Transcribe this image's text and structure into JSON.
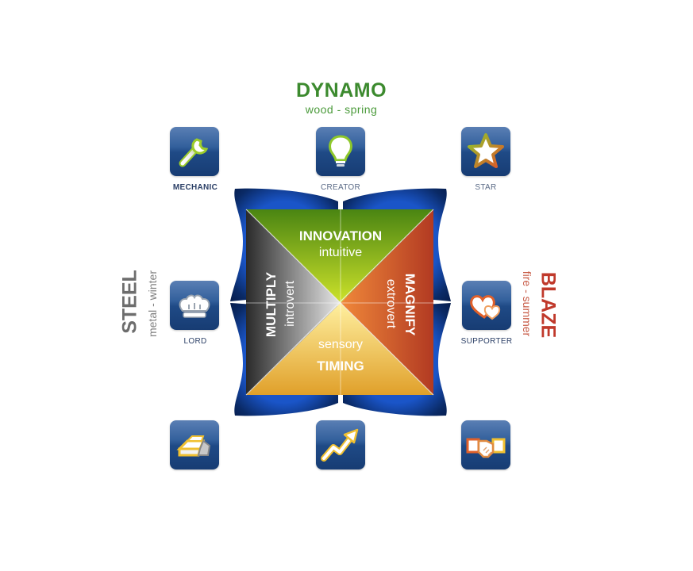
{
  "elements": {
    "dynamo": {
      "title": "DYNAMO",
      "subtitle": "wood - spring",
      "color": "#3c8a2e"
    },
    "steel": {
      "title": "STEEL",
      "subtitle": "metal - winter",
      "color": "#6d6d6d"
    },
    "blaze": {
      "title": "BLAZE",
      "subtitle": "fire - summer",
      "color": "#c0392b"
    }
  },
  "profiles": [
    {
      "label": "MECHANIC",
      "icon": "wrench-icon"
    },
    {
      "label": "CREATOR",
      "icon": "lightbulb-icon"
    },
    {
      "label": "STAR",
      "icon": "star-icon"
    },
    {
      "label": "LORD",
      "icon": "crown-icon"
    },
    {
      "label": "SUPPORTER",
      "icon": "hearts-icon"
    },
    {
      "label": "",
      "icon": "gold-bars-icon"
    },
    {
      "label": "",
      "icon": "trend-arrow-icon"
    },
    {
      "label": "",
      "icon": "handshake-icon"
    }
  ],
  "quadrants": {
    "top": {
      "title": "INNOVATION",
      "subtitle": "intuitive",
      "color": "#7db92a"
    },
    "right": {
      "title": "MAGNIFY",
      "subtitle": "extrovert",
      "color": "#d9622b"
    },
    "bottom": {
      "title": "TIMING",
      "subtitle": "sensory",
      "color": "#f0c030"
    },
    "left": {
      "title": "MULTIPLY",
      "subtitle": "introvert",
      "color": "#8a8a8a"
    }
  },
  "frame_color": "#0a2a66"
}
